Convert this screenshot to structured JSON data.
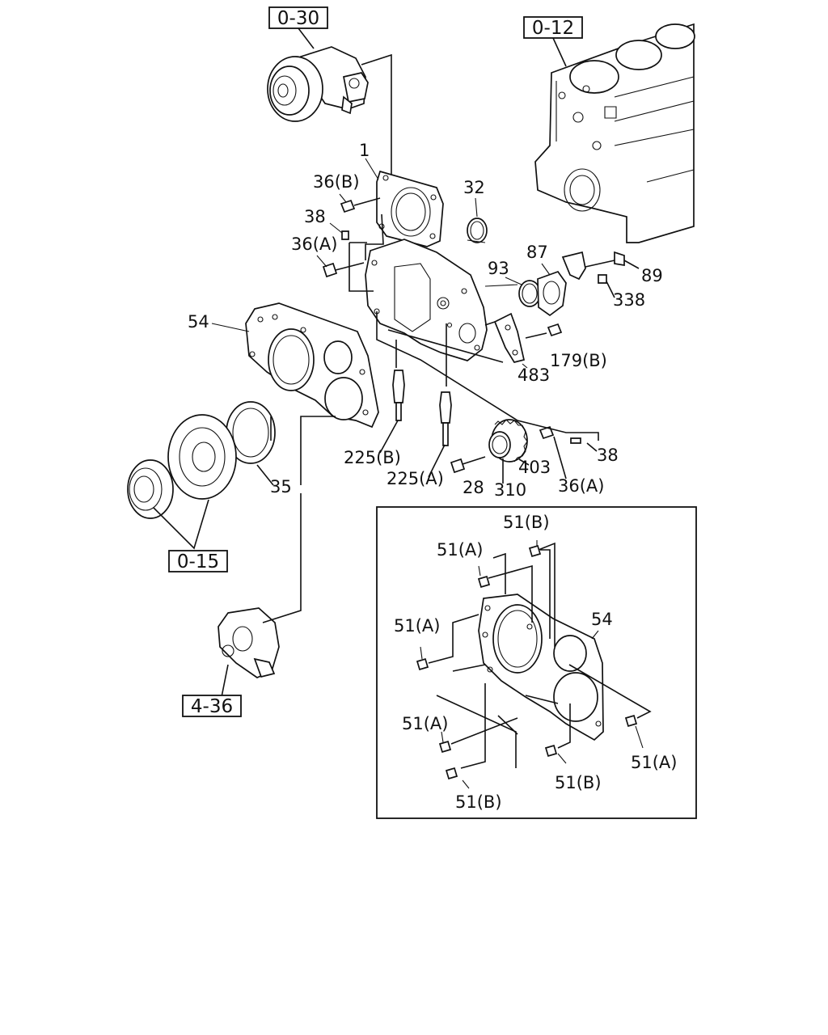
{
  "refs": {
    "water_pump": "0-30",
    "cylinder_block": "0-12",
    "crank_pulley": "0-15",
    "power_steering_pump": "4-36"
  },
  "labels": {
    "l1": "1",
    "l32": "32",
    "l36b_top": "36(B)",
    "l38_top": "38",
    "l36a_top": "36(A)",
    "l87": "87",
    "l89": "89",
    "l93": "93",
    "l338": "338",
    "l54_main": "54",
    "l179b": "179(B)",
    "l483": "483",
    "l225b": "225(B)",
    "l225a": "225(A)",
    "l28": "28",
    "l310": "310",
    "l403": "403",
    "l36a_bottom": "36(A)",
    "l38_bottom": "38",
    "l35": "35"
  },
  "inset": {
    "l51b_top": "51(B)",
    "l51a_1": "51(A)",
    "l51a_2": "51(A)",
    "l54": "54",
    "l51a_3": "51(A)",
    "l51b_mid": "51(B)",
    "l51a_right": "51(A)",
    "l51b_bottom": "51(B)"
  }
}
